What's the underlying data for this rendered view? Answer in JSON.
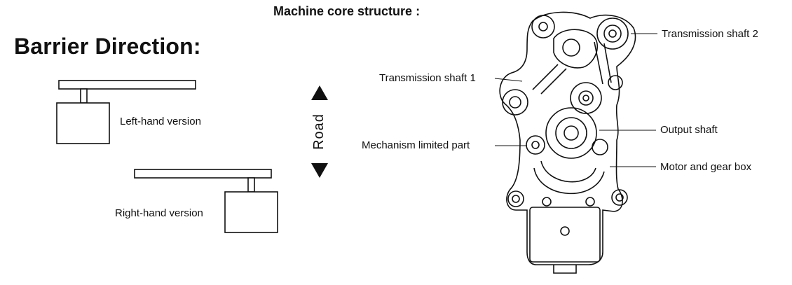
{
  "barrier_title": "Barrier Direction:",
  "core_title": "Machine core structure :",
  "versions": {
    "left": "Left-hand version",
    "right": "Right-hand version"
  },
  "road_label": "Road",
  "parts": {
    "transmission_shaft_2": "Transmission shaft 2",
    "transmission_shaft_1": "Transmission shaft 1",
    "output_shaft": "Output shaft",
    "mechanism_limited_part": "Mechanism limited part",
    "motor_and_gear_box": "Motor and gear box"
  }
}
